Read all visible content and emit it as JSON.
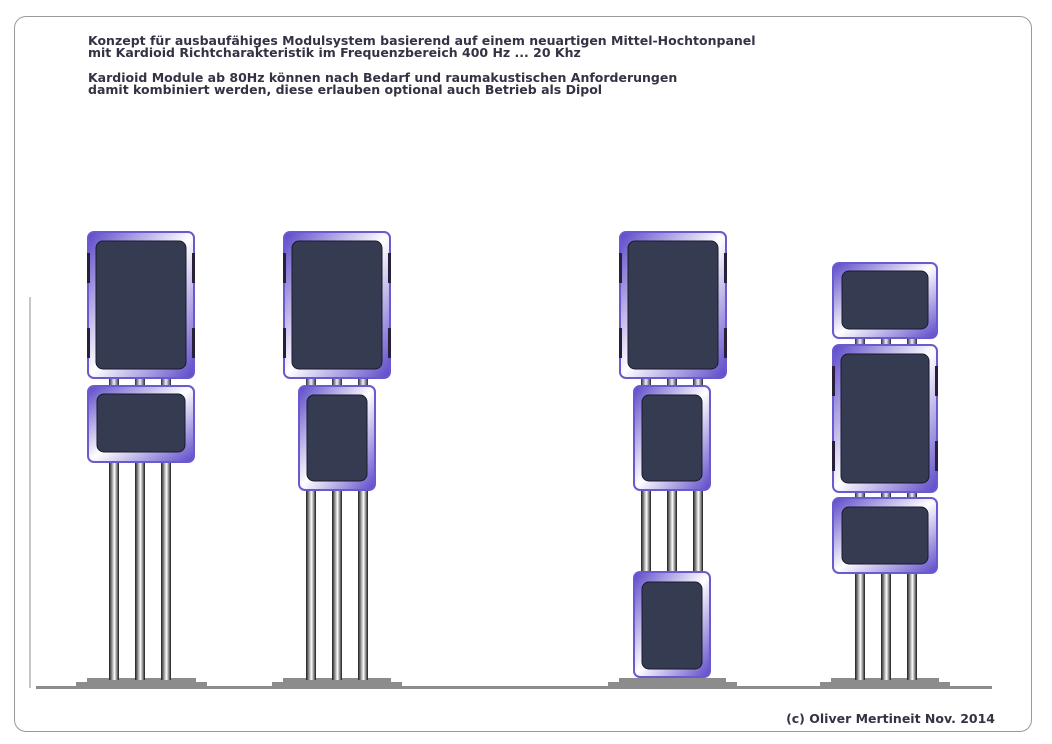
{
  "description": {
    "line1": "Konzept für ausbaufähiges Modulsystem basierend auf einem neuartigen Mittel-Hochtonpanel",
    "line2": "mit Kardioid Richtcharakteristik im Frequenzbereich 400 Hz ... 20 Khz",
    "line3": "Kardioid Module ab 80Hz können nach Bedarf und raumakustischen Anforderungen",
    "line4": "damit kombiniert werden, diese erlauben optional auch Betrieb als Dipol"
  },
  "copyright": "(c) Oliver Mertineit Nov. 2014",
  "colors": {
    "module_frame": "#6a5ad0",
    "module_light": "#ffffff",
    "module_dark": "#5b48c8",
    "driver_panel": "#353b50",
    "side_clip": "#2a1f3a",
    "pole_dark": "#1a1a1a",
    "base_gray": "#8c8c8c",
    "floor_gray": "#8c8c8c"
  }
}
